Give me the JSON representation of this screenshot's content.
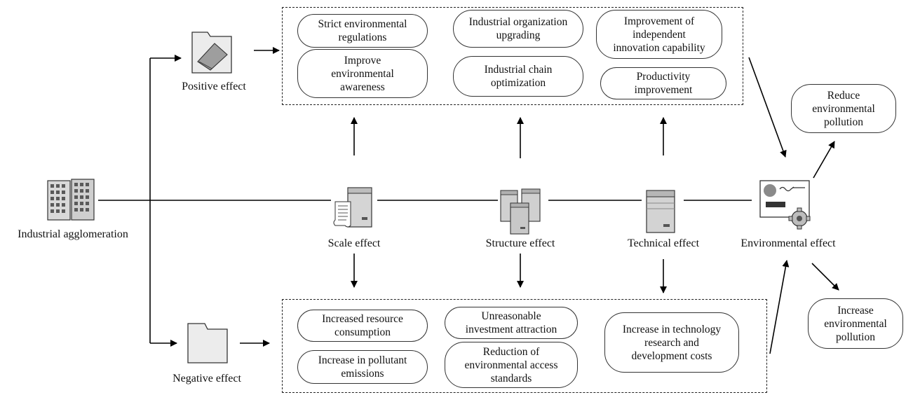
{
  "nodes": {
    "industrial_agglomeration": "Industrial agglomeration",
    "positive_effect": "Positive effect",
    "negative_effect": "Negative effect",
    "scale_effect": "Scale effect",
    "structure_effect": "Structure effect",
    "technical_effect": "Technical effect",
    "environmental_effect": "Environmental effect"
  },
  "positive_factors": {
    "strict_regulations": "Strict environmental\nregulations",
    "improve_awareness": "Improve\nenvironmental\nawareness",
    "org_upgrading": "Industrial organization\nupgrading",
    "chain_optimization": "Industrial chain\noptimization",
    "innovation_capability": "Improvement of\nindependent\ninnovation capability",
    "productivity": "Productivity\nimprovement"
  },
  "negative_factors": {
    "resource_consumption": "Increased resource\nconsumption",
    "pollutant_emissions": "Increase in pollutant\nemissions",
    "investment_attraction": "Unreasonable\ninvestment attraction",
    "access_standards": "Reduction of\nenvironmental access\nstandards",
    "rd_costs": "Increase in technology\nresearch and\ndevelopment costs"
  },
  "outcomes": {
    "reduce_pollution": "Reduce\nenvironmental\npollution",
    "increase_pollution": "Increase\nenvironmental\npollution"
  },
  "icons": {
    "agglomeration": "office-buildings-icon",
    "positive": "folder-with-document-icon",
    "negative": "empty-folder-icon",
    "scale": "server-with-scroll-icon",
    "structure": "server-cluster-icon",
    "technical": "server-tower-icon",
    "environmental": "certificate-gear-icon"
  }
}
